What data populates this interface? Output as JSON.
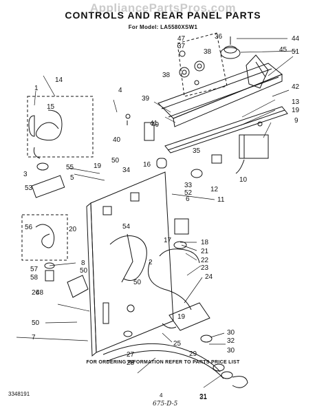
{
  "watermark": "AppliancePartsPros.com",
  "title": "CONTROLS AND REAR PANEL PARTS",
  "subtitle": "For Model: LA5580XSW1",
  "footnote": "FOR ORDERING INFORMATION REFER TO PARTS PRICE LIST",
  "document_number": "3348191",
  "page_number": "4",
  "stamp": "675-D-5",
  "callouts": [
    "1",
    "2",
    "3",
    "4",
    "5",
    "6",
    "7",
    "8",
    "9",
    "10",
    "11",
    "12",
    "13",
    "14",
    "15",
    "16",
    "17",
    "18",
    "19",
    "19",
    "19",
    "20",
    "21",
    "21",
    "22",
    "23",
    "24",
    "25",
    "26",
    "27",
    "28",
    "29",
    "30",
    "30",
    "31",
    "32",
    "33",
    "34",
    "35",
    "36",
    "37",
    "38",
    "38",
    "39",
    "40",
    "41",
    "42",
    "44",
    "45",
    "47",
    "48",
    "49",
    "50",
    "50",
    "50",
    "50",
    "51",
    "52",
    "53",
    "54",
    "55",
    "56",
    "57",
    "58"
  ]
}
